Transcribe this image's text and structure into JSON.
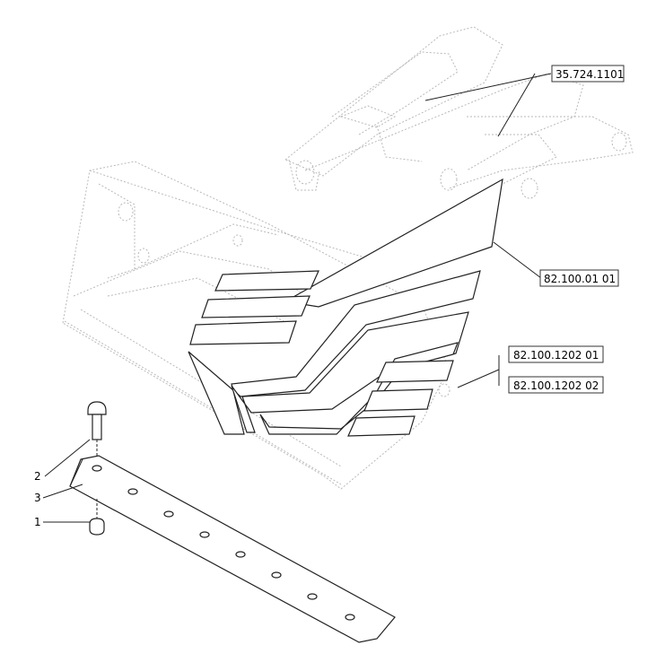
{
  "references": {
    "frame": "35.724.1101",
    "hood": "82.100.01 01",
    "decal_1": "82.100.1202 01",
    "decal_2": "82.100.1202 02"
  },
  "callouts": {
    "nut": "1",
    "bolt": "2",
    "cutting_edge": "3"
  }
}
